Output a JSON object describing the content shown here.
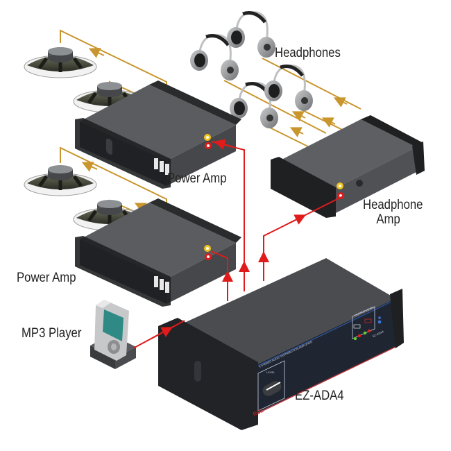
{
  "labels": {
    "headphones": "Headphones",
    "power_amp_top": "Power Amp",
    "power_amp_bottom": "Power Amp",
    "headphone_amp_line1": "Headphone",
    "headphone_amp_line2": "Amp",
    "mp3_player": "MP3 Player",
    "distribution_amp": "EZ-ADA4"
  },
  "device_panel": {
    "front_caption": "4 STEREO AUDIO DISTRIBUTION AMPLIFIER",
    "level_label": "LEVEL",
    "output_level_label": "OUTPUT LEVEL",
    "model_tag": "EZ-ADA4",
    "brand": "RDL"
  },
  "colors": {
    "input_signal": "#e01b1b",
    "output_signal": "#c9962e",
    "chassis": "#3a3b3d",
    "chassis_top": "#5e5f62",
    "panel_accent": "#1f3a6b",
    "led_green": "#5fd12a",
    "led_red": "#e0201b",
    "mp3_screen": "#2f8a86"
  },
  "connections": [
    {
      "from": "MP3 Player",
      "to": "EZ-ADA4",
      "type": "input"
    },
    {
      "from": "EZ-ADA4",
      "to": "Power Amp (top)",
      "type": "input"
    },
    {
      "from": "EZ-ADA4",
      "to": "Power Amp (bottom)",
      "type": "input"
    },
    {
      "from": "EZ-ADA4",
      "to": "Headphone Amp",
      "type": "input"
    },
    {
      "from": "Power Amp (top)",
      "to": "Speaker x2",
      "type": "output"
    },
    {
      "from": "Power Amp (bottom)",
      "to": "Speaker x2",
      "type": "output"
    },
    {
      "from": "Headphone Amp",
      "to": "Headphones x4",
      "type": "output"
    }
  ]
}
